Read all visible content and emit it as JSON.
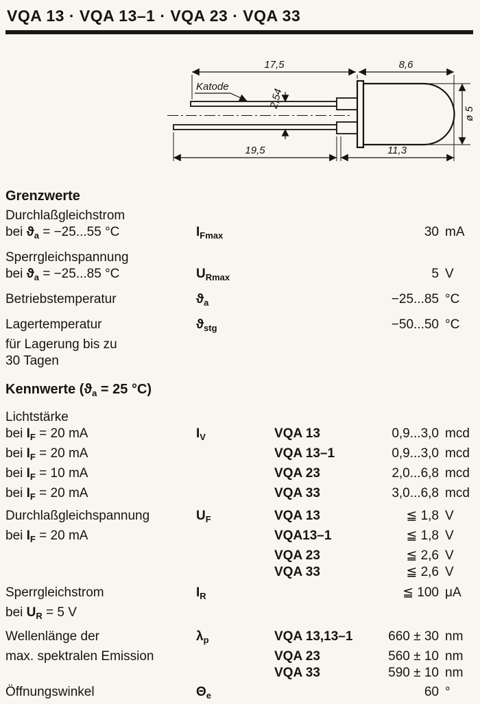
{
  "title": "VQA 13 · VQA 13–1 · VQA 23 · VQA 33",
  "drawing": {
    "katode_label": "Katode",
    "dim_lead_top": "17,5",
    "dim_body": "8,6",
    "dim_pitch": "2,54",
    "dim_lead_bottom": "19,5",
    "dim_body_bottom": "11,3",
    "dim_diameter": "ø 5"
  },
  "grenzwerte": {
    "heading": "Grenzwerte",
    "rows": [
      {
        "name": "Durchlaßgleichstrom",
        "cond": {
          "lead": "bei ",
          "base": "ϑ",
          "sub": "a",
          "post": " = −25...55 °C"
        },
        "symbol": {
          "base": "I",
          "sub": "Fmax"
        },
        "value": "30",
        "unit": "mA"
      },
      {
        "name": "Sperrgleichspannung",
        "cond": {
          "lead": "bei ",
          "base": "ϑ",
          "sub": "a",
          "post": " = −25...85 °C"
        },
        "symbol": {
          "base": "U",
          "sub": "Rmax"
        },
        "value": "5",
        "unit": "V"
      },
      {
        "name": "Betriebstemperatur",
        "symbol": {
          "base": "ϑ",
          "sub": "a"
        },
        "value": "−25...85",
        "unit": "°C"
      },
      {
        "name": "Lagertemperatur",
        "note1": "für Lagerung bis zu",
        "note2": "30 Tagen",
        "symbol": {
          "base": "ϑ",
          "sub": "stg"
        },
        "value": "−50...50",
        "unit": "°C"
      }
    ]
  },
  "kennwerte": {
    "heading": {
      "lead": "Kennwerte (",
      "base": "ϑ",
      "sub": "a",
      "post": " = 25 °C)"
    },
    "lichtstaerke": {
      "name": "Lichtstärke",
      "symbol": {
        "base": "I",
        "sub": "V"
      },
      "rows": [
        {
          "cond": {
            "lead": "bei ",
            "base": "I",
            "sub": "F",
            "post": " = 20 mA"
          },
          "type": "VQA 13",
          "value": "0,9...3,0",
          "unit": "mcd"
        },
        {
          "cond": {
            "lead": "bei ",
            "base": "I",
            "sub": "F",
            "post": " = 20 mA"
          },
          "type": "VQA 13–1",
          "value": "0,9...3,0",
          "unit": "mcd"
        },
        {
          "cond": {
            "lead": "bei ",
            "base": "I",
            "sub": "F",
            "post": " = 10 mA"
          },
          "type": "VQA 23",
          "value": "2,0...6,8",
          "unit": "mcd"
        },
        {
          "cond": {
            "lead": "bei ",
            "base": "I",
            "sub": "F",
            "post": " = 20 mA"
          },
          "type": "VQA 33",
          "value": "3,0...6,8",
          "unit": "mcd"
        }
      ]
    },
    "durchlassspannung": {
      "name": "Durchlaßgleichspannung",
      "cond": {
        "lead": "bei ",
        "base": "I",
        "sub": "F",
        "post": " = 20 mA"
      },
      "symbol": {
        "base": "U",
        "sub": "F"
      },
      "rows": [
        {
          "type": "VQA 13",
          "value": "≦ 1,8",
          "unit": "V"
        },
        {
          "type": "VQA13–1",
          "value": "≦ 1,8",
          "unit": "V"
        },
        {
          "type": "VQA 23",
          "value": "≦ 2,6",
          "unit": "V"
        },
        {
          "type": "VQA 33",
          "value": "≦ 2,6",
          "unit": "V"
        }
      ]
    },
    "sperrstrom": {
      "name": "Sperrgleichstrom",
      "cond": {
        "lead": "bei ",
        "base": "U",
        "sub": "R",
        "post": " = 5 V"
      },
      "symbol": {
        "base": "I",
        "sub": "R"
      },
      "value": "≦ 100",
      "unit": "μA"
    },
    "wellenlaenge": {
      "name1": "Wellenlänge der",
      "name2": "max. spektralen Emission",
      "symbol": {
        "base": "λ",
        "sub": "p"
      },
      "rows": [
        {
          "type": "VQA 13,13–1",
          "value": "660 ± 30",
          "unit": "nm"
        },
        {
          "type": "VQA 23",
          "value": "560 ± 10",
          "unit": "nm"
        },
        {
          "type": "VQA 33",
          "value": "590 ± 10",
          "unit": "nm"
        }
      ]
    },
    "oeffnungswinkel": {
      "name": "Öffnungswinkel",
      "symbol": {
        "base": "Θ",
        "sub": "e"
      },
      "value": "60",
      "unit": "°"
    }
  }
}
